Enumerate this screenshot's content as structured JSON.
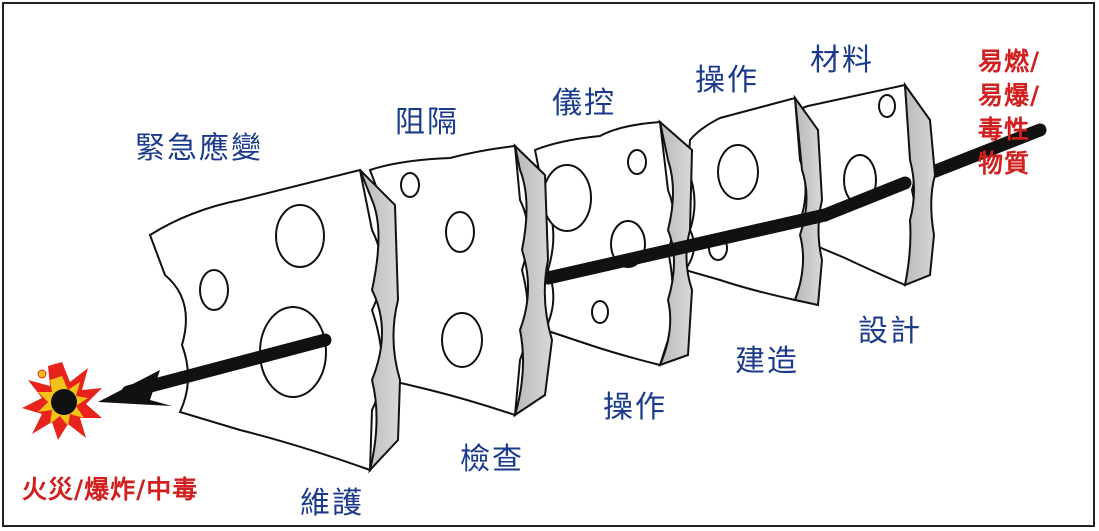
{
  "labels": {
    "hazard_source": [
      "易燃/",
      "易爆/",
      "毒性",
      "物質"
    ],
    "consequence": "火災/爆炸/中毒",
    "top_layers": [
      "緊急應變",
      "阻隔",
      "儀控",
      "操作",
      "材料"
    ],
    "bottom_layers": [
      "維護",
      "檢查",
      "操作",
      "建造",
      "設計"
    ]
  },
  "colors": {
    "layer_text": "#1b3a8c",
    "hazard_text": "#d21f1f",
    "slice_face": "#ffffff",
    "slice_side": "#c9c9c9",
    "arrow": "#111111",
    "explosion_outer": "#e8231c",
    "explosion_inner": "#f2c21a"
  },
  "icons": {
    "consequence": "explosion-icon",
    "hazard_path": "arrow-left-icon"
  }
}
